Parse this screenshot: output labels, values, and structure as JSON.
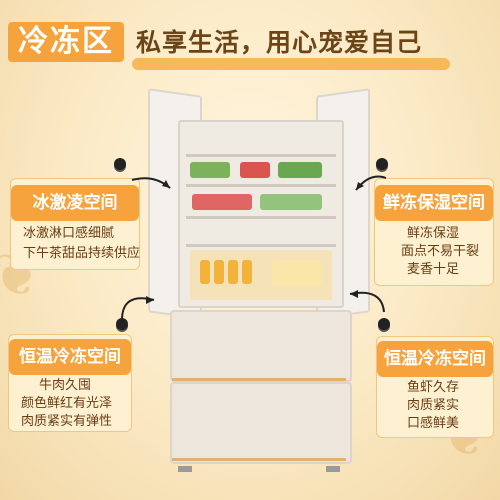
{
  "header": {
    "title": "冷冻区",
    "slogan": "私享生活，用心宠爱自己"
  },
  "cards": {
    "ice_cream": {
      "title": "冰激凌空间",
      "lines": [
        "冰激淋口感细腻",
        "下午茶甜品持续供应"
      ]
    },
    "fresh_freeze": {
      "title": "鲜冻保湿空间",
      "lines": [
        "鲜冻保湿",
        "面点不易干裂",
        "麦香十足"
      ]
    },
    "constant_left": {
      "title": "恒温冷冻空间",
      "lines": [
        "牛肉久囤",
        "颜色鲜红有光泽",
        "肉质紧实有弹性"
      ]
    },
    "constant_right": {
      "title": "恒温冷冻空间",
      "lines": [
        "鱼虾久存",
        "肉质紧实",
        "口感鲜美"
      ]
    }
  },
  "colors": {
    "accent": "#f7a33d",
    "card_bg": "#fdf1d2",
    "text_brown": "#6b3c12",
    "slogan_brown": "#6b4518"
  },
  "icons": [
    "pin-icon",
    "arrow-icon",
    "wheat-icon"
  ]
}
